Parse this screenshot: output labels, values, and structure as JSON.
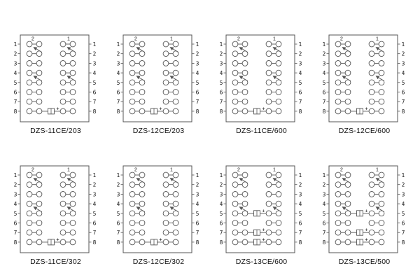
{
  "page": {
    "background": "#ffffff",
    "line_color": "#555555",
    "text_color": "#111111"
  },
  "diagrams": [
    {
      "label": "DZS-11CE/203",
      "coil_left": "2",
      "coil_right": "1",
      "pins_left": [
        "1",
        "2",
        "3",
        "4",
        "5",
        "6",
        "7",
        "8"
      ],
      "pins_right": [
        "1",
        "2",
        "3",
        "4",
        "5",
        "6",
        "7",
        "8"
      ],
      "plus_rows": [
        8
      ],
      "plus_symbol": "+"
    },
    {
      "label": "DZS-12CE/203",
      "coil_left": "2",
      "coil_right": "1",
      "pins_left": [
        "1",
        "2",
        "3",
        "4",
        "5",
        "6",
        "7",
        "8"
      ],
      "pins_right": [
        "1",
        "2",
        "3",
        "4",
        "5",
        "6",
        "7",
        "8"
      ],
      "plus_rows": [
        8
      ],
      "plus_symbol": "+"
    },
    {
      "label": "DZS-11CE/600",
      "coil_left": "2",
      "coil_right": "1",
      "pins_left": [
        "1",
        "2",
        "3",
        "4",
        "5",
        "6",
        "7",
        "8"
      ],
      "pins_right": [
        "1",
        "2",
        "3",
        "4",
        "5",
        "6",
        "7",
        "8"
      ],
      "plus_rows": [
        8
      ],
      "plus_symbol": "+"
    },
    {
      "label": "DZS-12CE/600",
      "coil_left": "2",
      "coil_right": "1",
      "pins_left": [
        "1",
        "2",
        "3",
        "4",
        "5",
        "6",
        "7",
        "8"
      ],
      "pins_right": [
        "1",
        "2",
        "3",
        "4",
        "5",
        "6",
        "7",
        "8"
      ],
      "plus_rows": [
        8
      ],
      "plus_symbol": "+"
    },
    {
      "label": "DZS-11CE/302",
      "coil_left": "2",
      "coil_right": "1",
      "pins_left": [
        "1",
        "2",
        "3",
        "4",
        "5",
        "6",
        "7",
        "8"
      ],
      "pins_right": [
        "1",
        "2",
        "3",
        "4",
        "5",
        "6",
        "7",
        "8"
      ],
      "plus_rows": [
        8
      ],
      "plus_symbol": "+"
    },
    {
      "label": "DZS-12CE/302",
      "coil_left": "2",
      "coil_right": "1",
      "pins_left": [
        "1",
        "2",
        "3",
        "4",
        "5",
        "6",
        "7",
        "8"
      ],
      "pins_right": [
        "1",
        "2",
        "3",
        "4",
        "5",
        "6",
        "7",
        "8"
      ],
      "plus_rows": [
        8
      ],
      "plus_symbol": "+"
    },
    {
      "label": "DZS-13CE/600",
      "coil_left": "2",
      "coil_right": "1",
      "pins_left": [
        "1",
        "2",
        "3",
        "4",
        "5",
        "6",
        "7",
        "8"
      ],
      "pins_right": [
        "1",
        "2",
        "3",
        "4",
        "5",
        "6",
        "7",
        "8"
      ],
      "plus_rows": [
        5,
        7,
        8
      ],
      "plus_symbol": "+"
    },
    {
      "label": "DZS-13CE/500",
      "coil_left": "2",
      "coil_right": "1",
      "pins_left": [
        "1",
        "2",
        "3",
        "4",
        "5",
        "6",
        "7",
        "8"
      ],
      "pins_right": [
        "1",
        "2",
        "3",
        "4",
        "5",
        "6",
        "7",
        "8"
      ],
      "plus_rows": [
        5,
        7,
        8
      ],
      "plus_symbol": "+"
    }
  ]
}
